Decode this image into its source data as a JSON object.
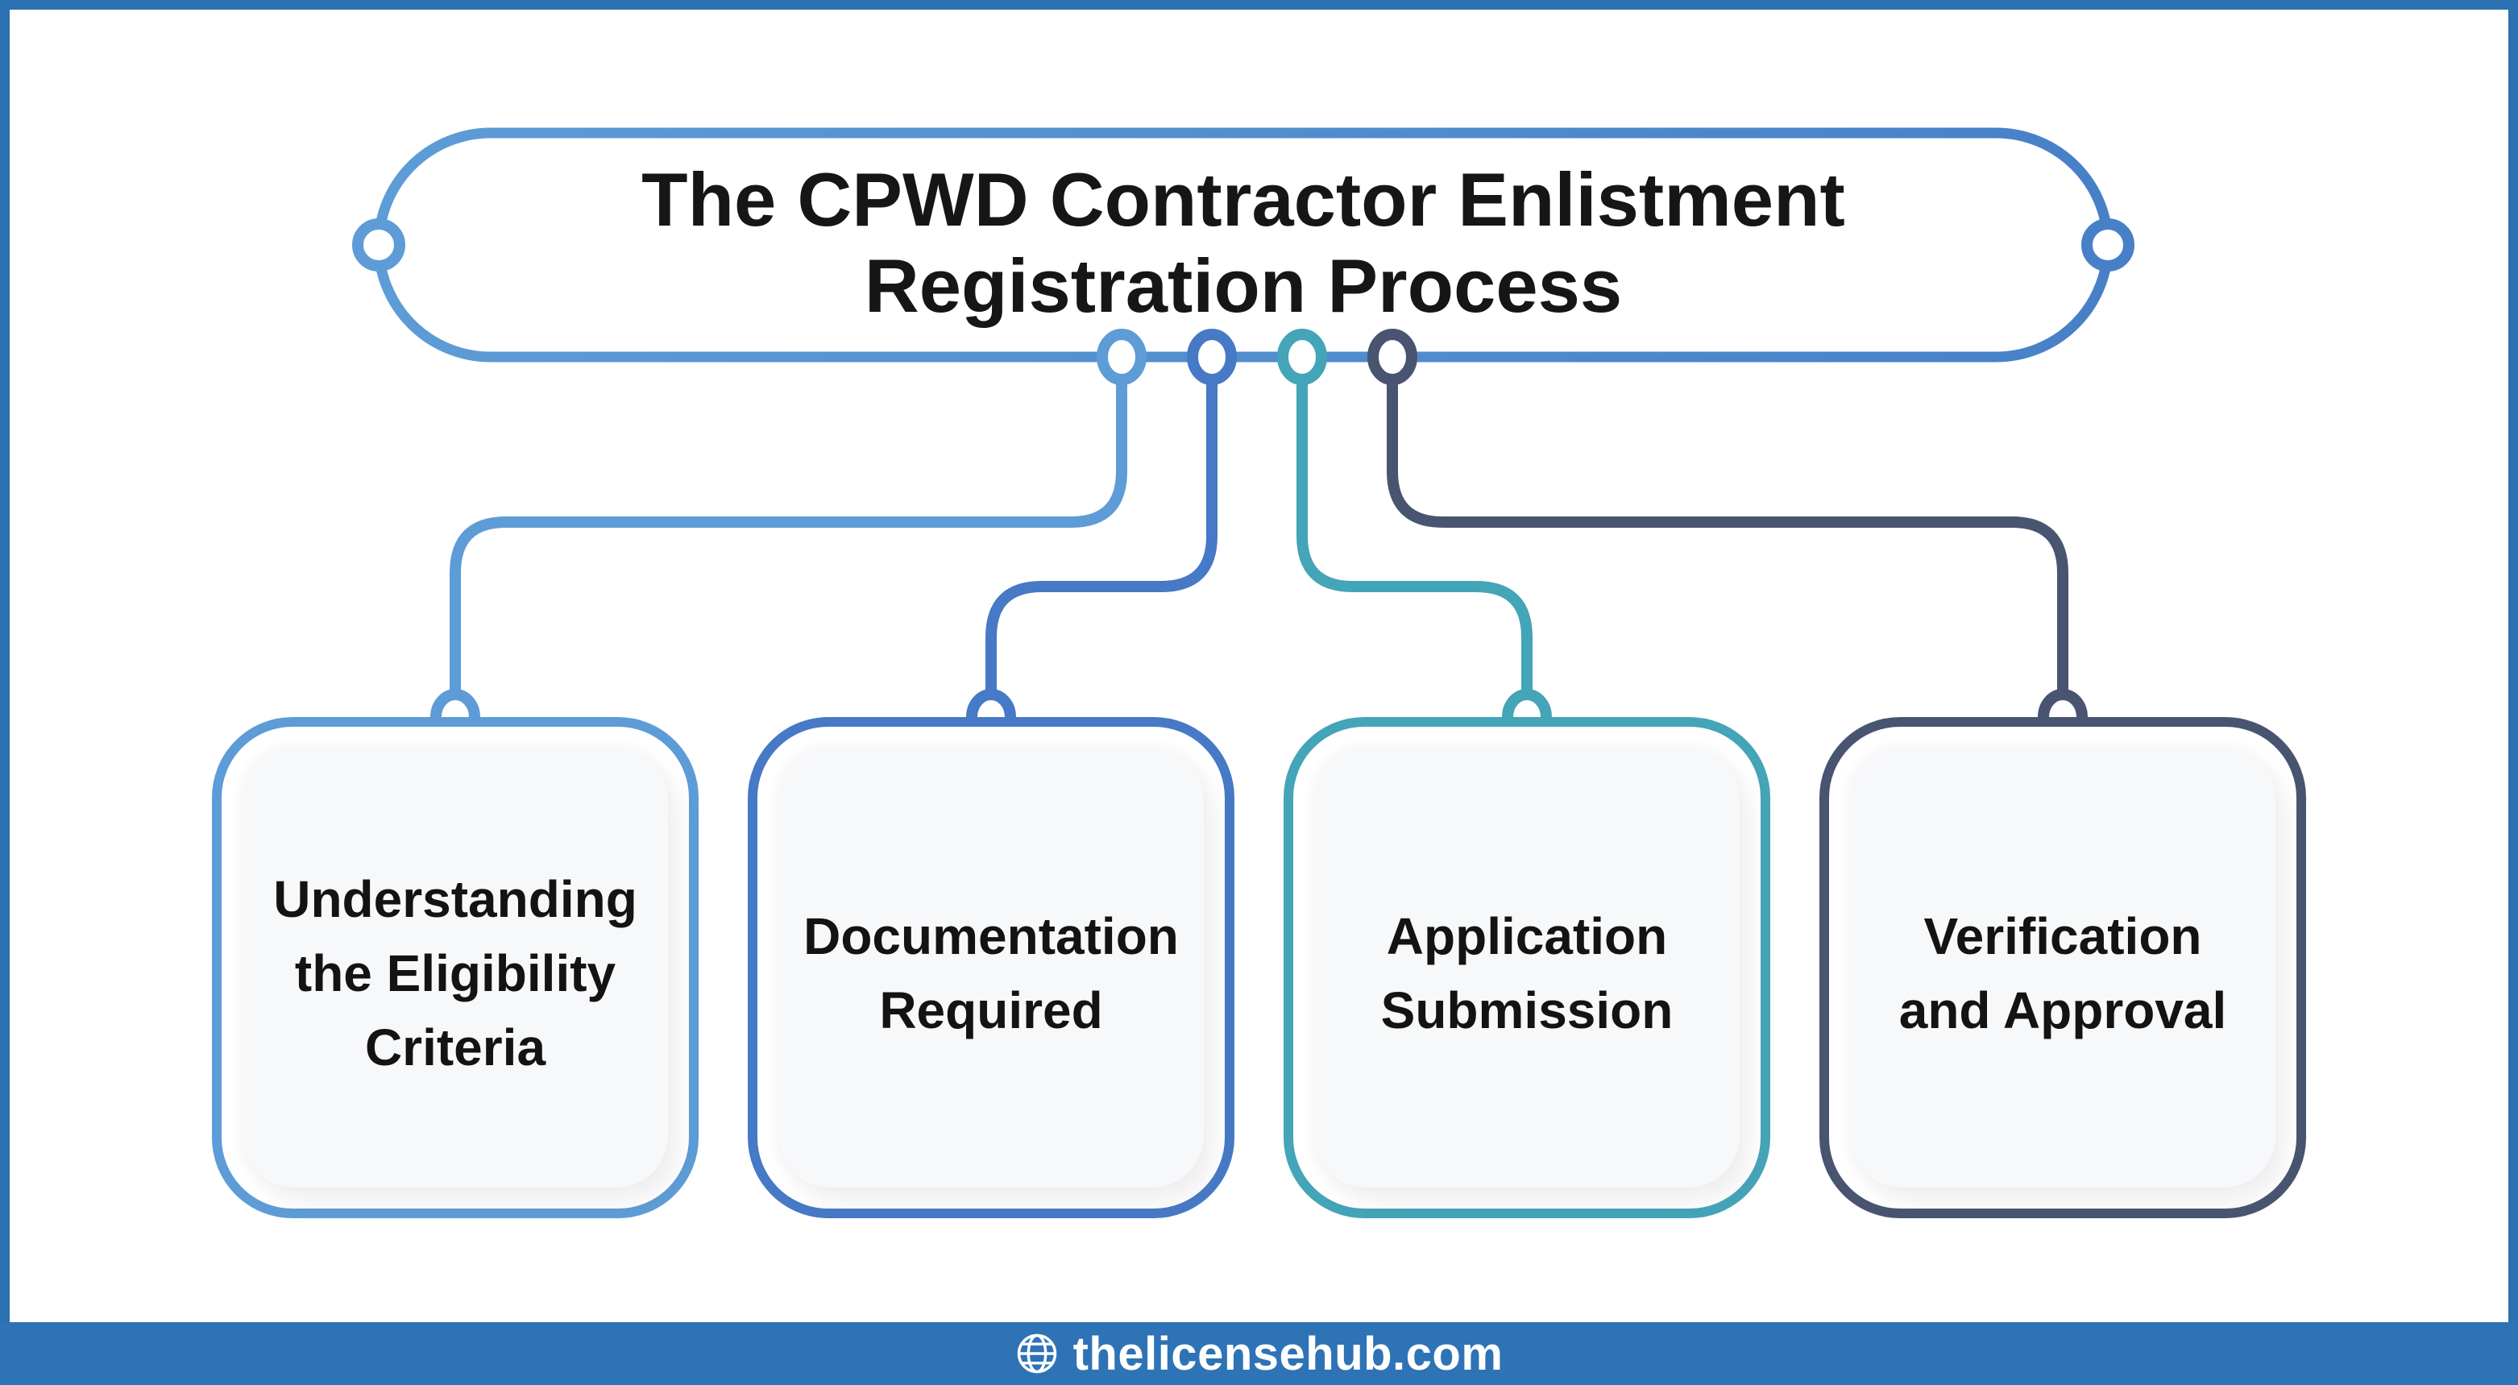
{
  "page": {
    "background": "#ffffff",
    "frame_color": "#2c71b2"
  },
  "title_card": {
    "title": "The CPWD Contractor Enlistment\nRegistration Process",
    "border_gradient": [
      "#5d9cd6",
      "#4780c7"
    ]
  },
  "steps": [
    {
      "label": "Understanding\nthe Eligibility\nCriteria",
      "color": "#5d9cd6"
    },
    {
      "label": "Documentation\nRequired",
      "color": "#4679c6"
    },
    {
      "label": "Application\nSubmission",
      "color": "#44a4b8"
    },
    {
      "label": "Verification\nand Approval",
      "color": "#485470"
    }
  ],
  "footer": {
    "text": "thelicensehub.com",
    "background": "#2e73b5",
    "icon": "globe-icon"
  }
}
